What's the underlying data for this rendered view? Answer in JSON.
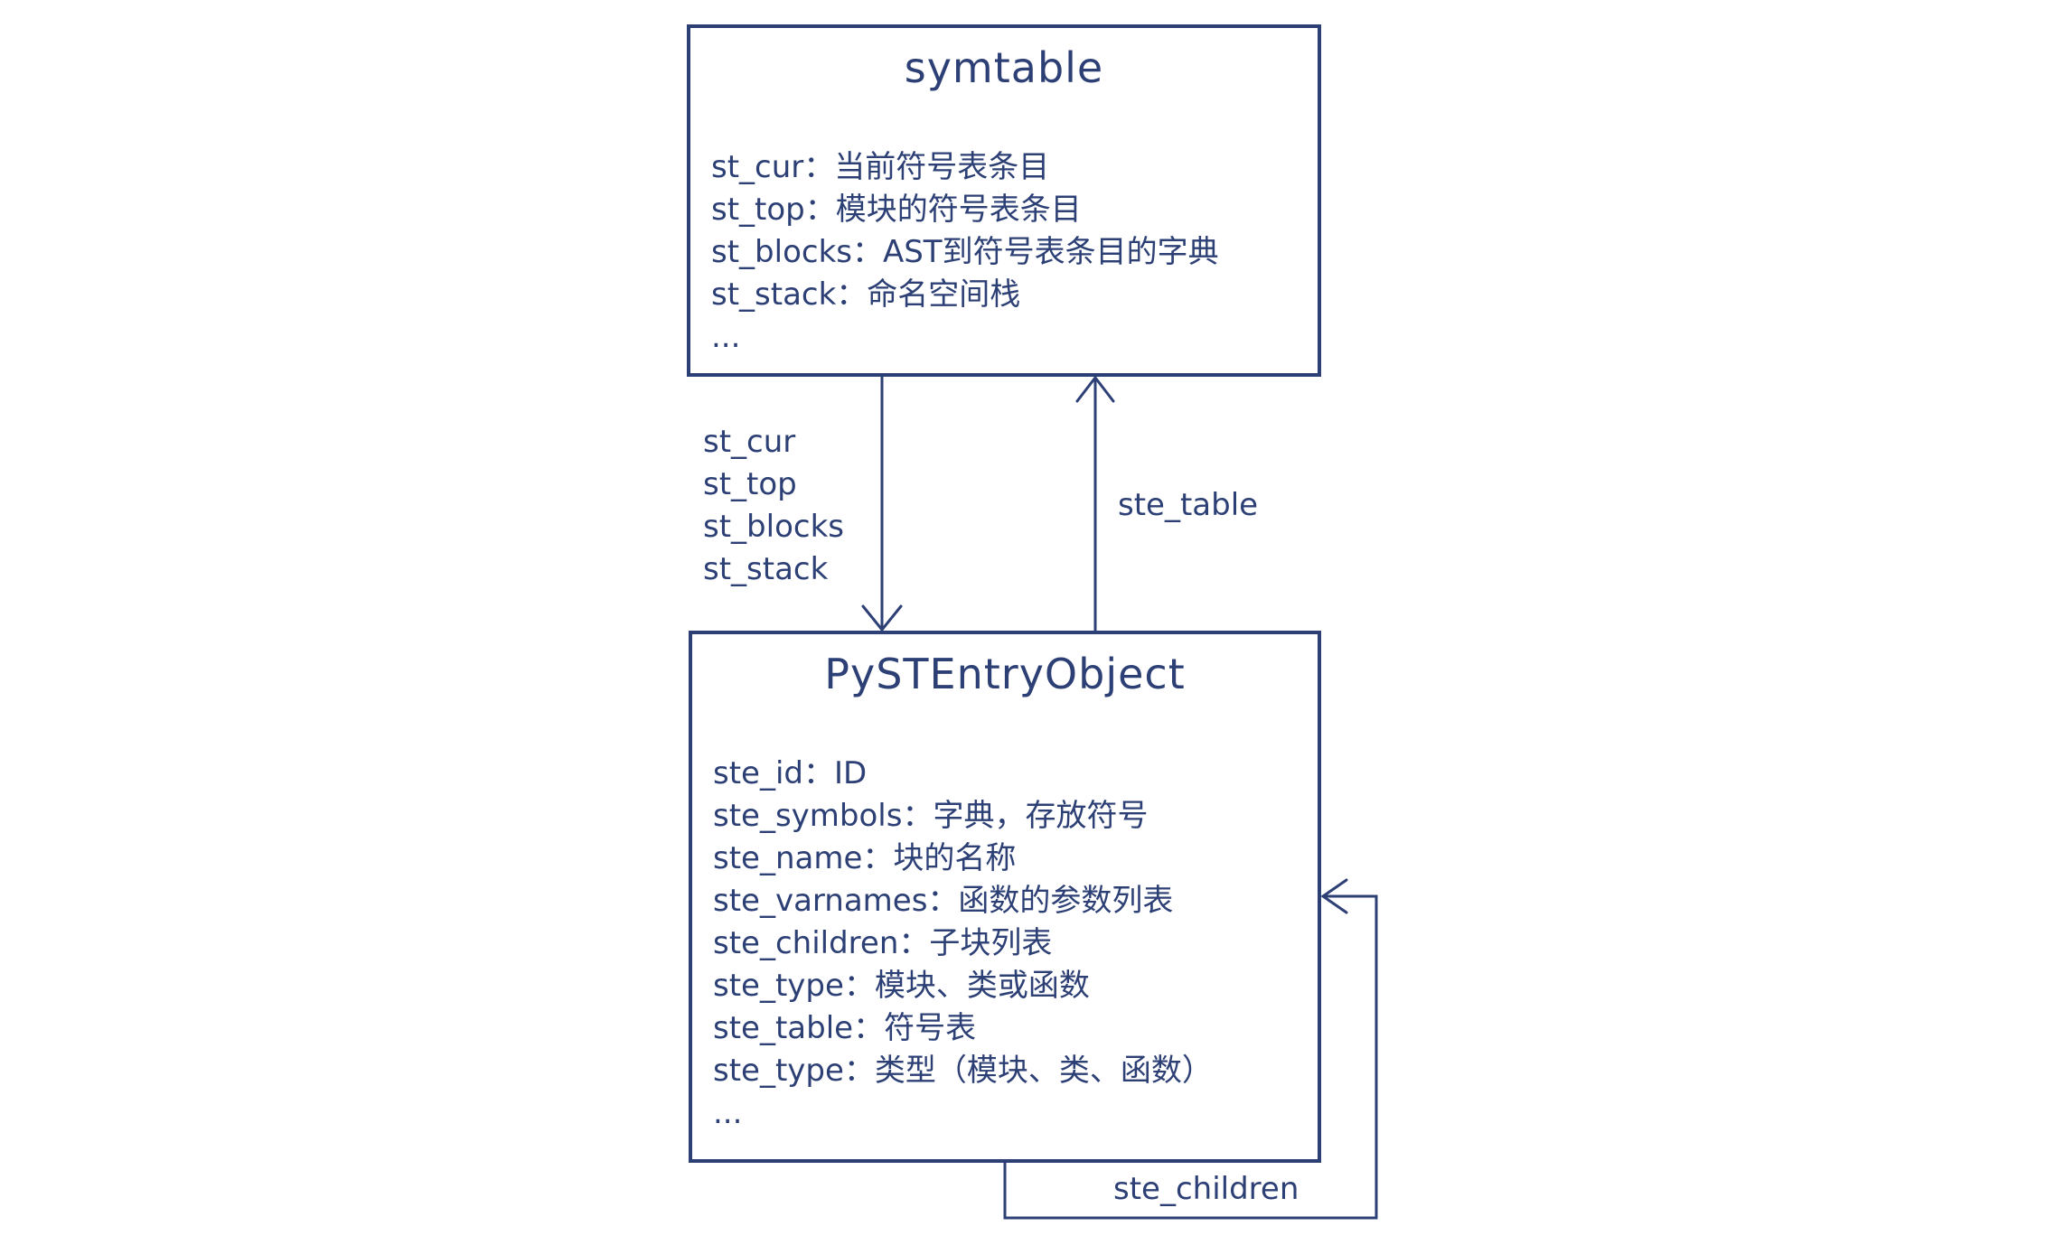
{
  "colors": {
    "ink": "#2d4076",
    "background": "#ffffff"
  },
  "boxes": [
    {
      "title": "symtable",
      "fields": [
        "st_cur：当前符号表条目",
        "st_top：模块的符号表条目",
        "st_blocks：AST到符号表条目的字典",
        "st_stack：命名空间栈",
        "..."
      ]
    },
    {
      "title": "PySTEntryObject",
      "fields": [
        "ste_id：ID",
        "ste_symbols：字典，存放符号",
        "ste_name：块的名称",
        "ste_varnames：函数的参数列表",
        "ste_children：子块列表",
        "ste_type：模块、类或函数",
        "ste_table：符号表",
        "ste_type：类型（模块、类、函数）",
        "..."
      ]
    }
  ],
  "edges": {
    "symtable_to_entry_labels": [
      "st_cur",
      "st_top",
      "st_blocks",
      "st_stack"
    ],
    "entry_to_symtable_label": "ste_table",
    "self_loop_label": "ste_children"
  }
}
